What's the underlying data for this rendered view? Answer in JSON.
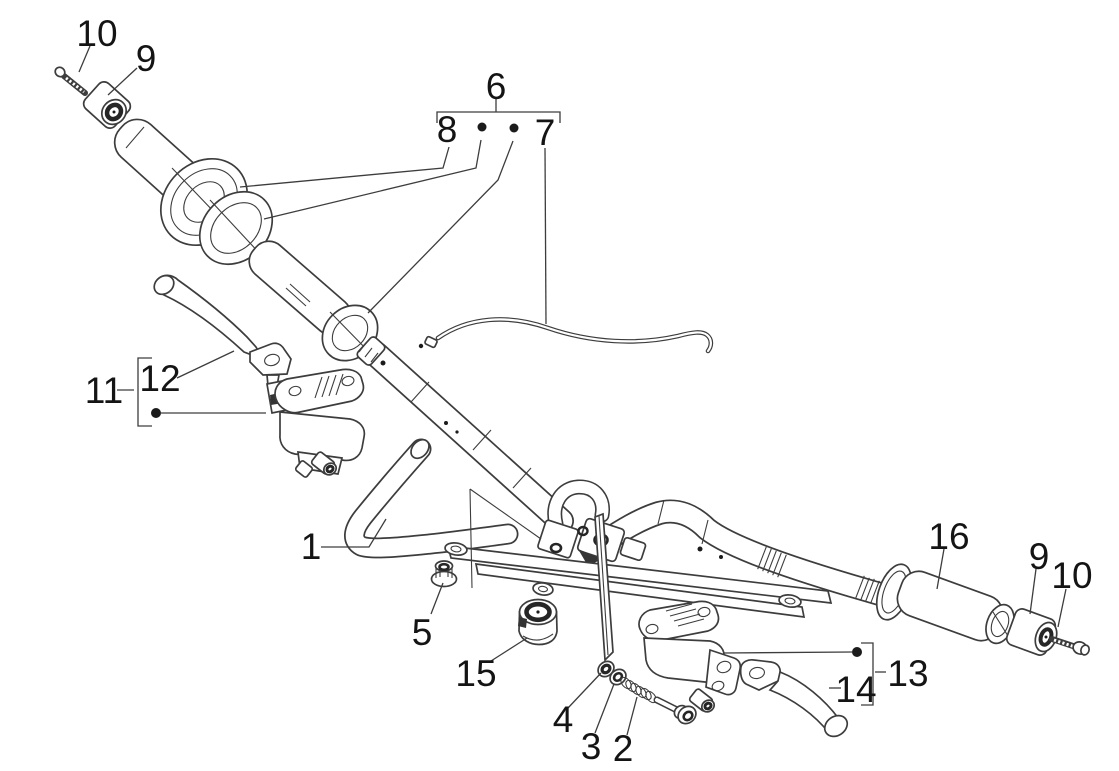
{
  "figure": {
    "kind": "exploded-parts-diagram",
    "background": "#ffffff"
  },
  "colors": {
    "background": "#ffffff",
    "line": "#3d3d3d",
    "label": "#141414"
  },
  "callouts": {
    "left_end_screw": {
      "text": "10"
    },
    "left_end_weight": {
      "text": "9"
    },
    "grip_kit": {
      "text": "6"
    },
    "grip_left": {
      "text": "8"
    },
    "throttle_cable": {
      "text": "7"
    },
    "front_brake_group": {
      "text": "11"
    },
    "front_brake_lever": {
      "text": "12"
    },
    "handlebar": {
      "text": "1"
    },
    "flange_nut": {
      "text": "5"
    },
    "bushing": {
      "text": "15"
    },
    "washer": {
      "text": "4"
    },
    "spring_washer": {
      "text": "3"
    },
    "screw_spring": {
      "text": "2"
    },
    "grip_right": {
      "text": "16"
    },
    "right_end_weight": {
      "text": "9"
    },
    "right_end_screw": {
      "text": "10"
    },
    "rear_brake_group": {
      "text": "13"
    },
    "rear_brake_lever": {
      "text": "14"
    }
  }
}
